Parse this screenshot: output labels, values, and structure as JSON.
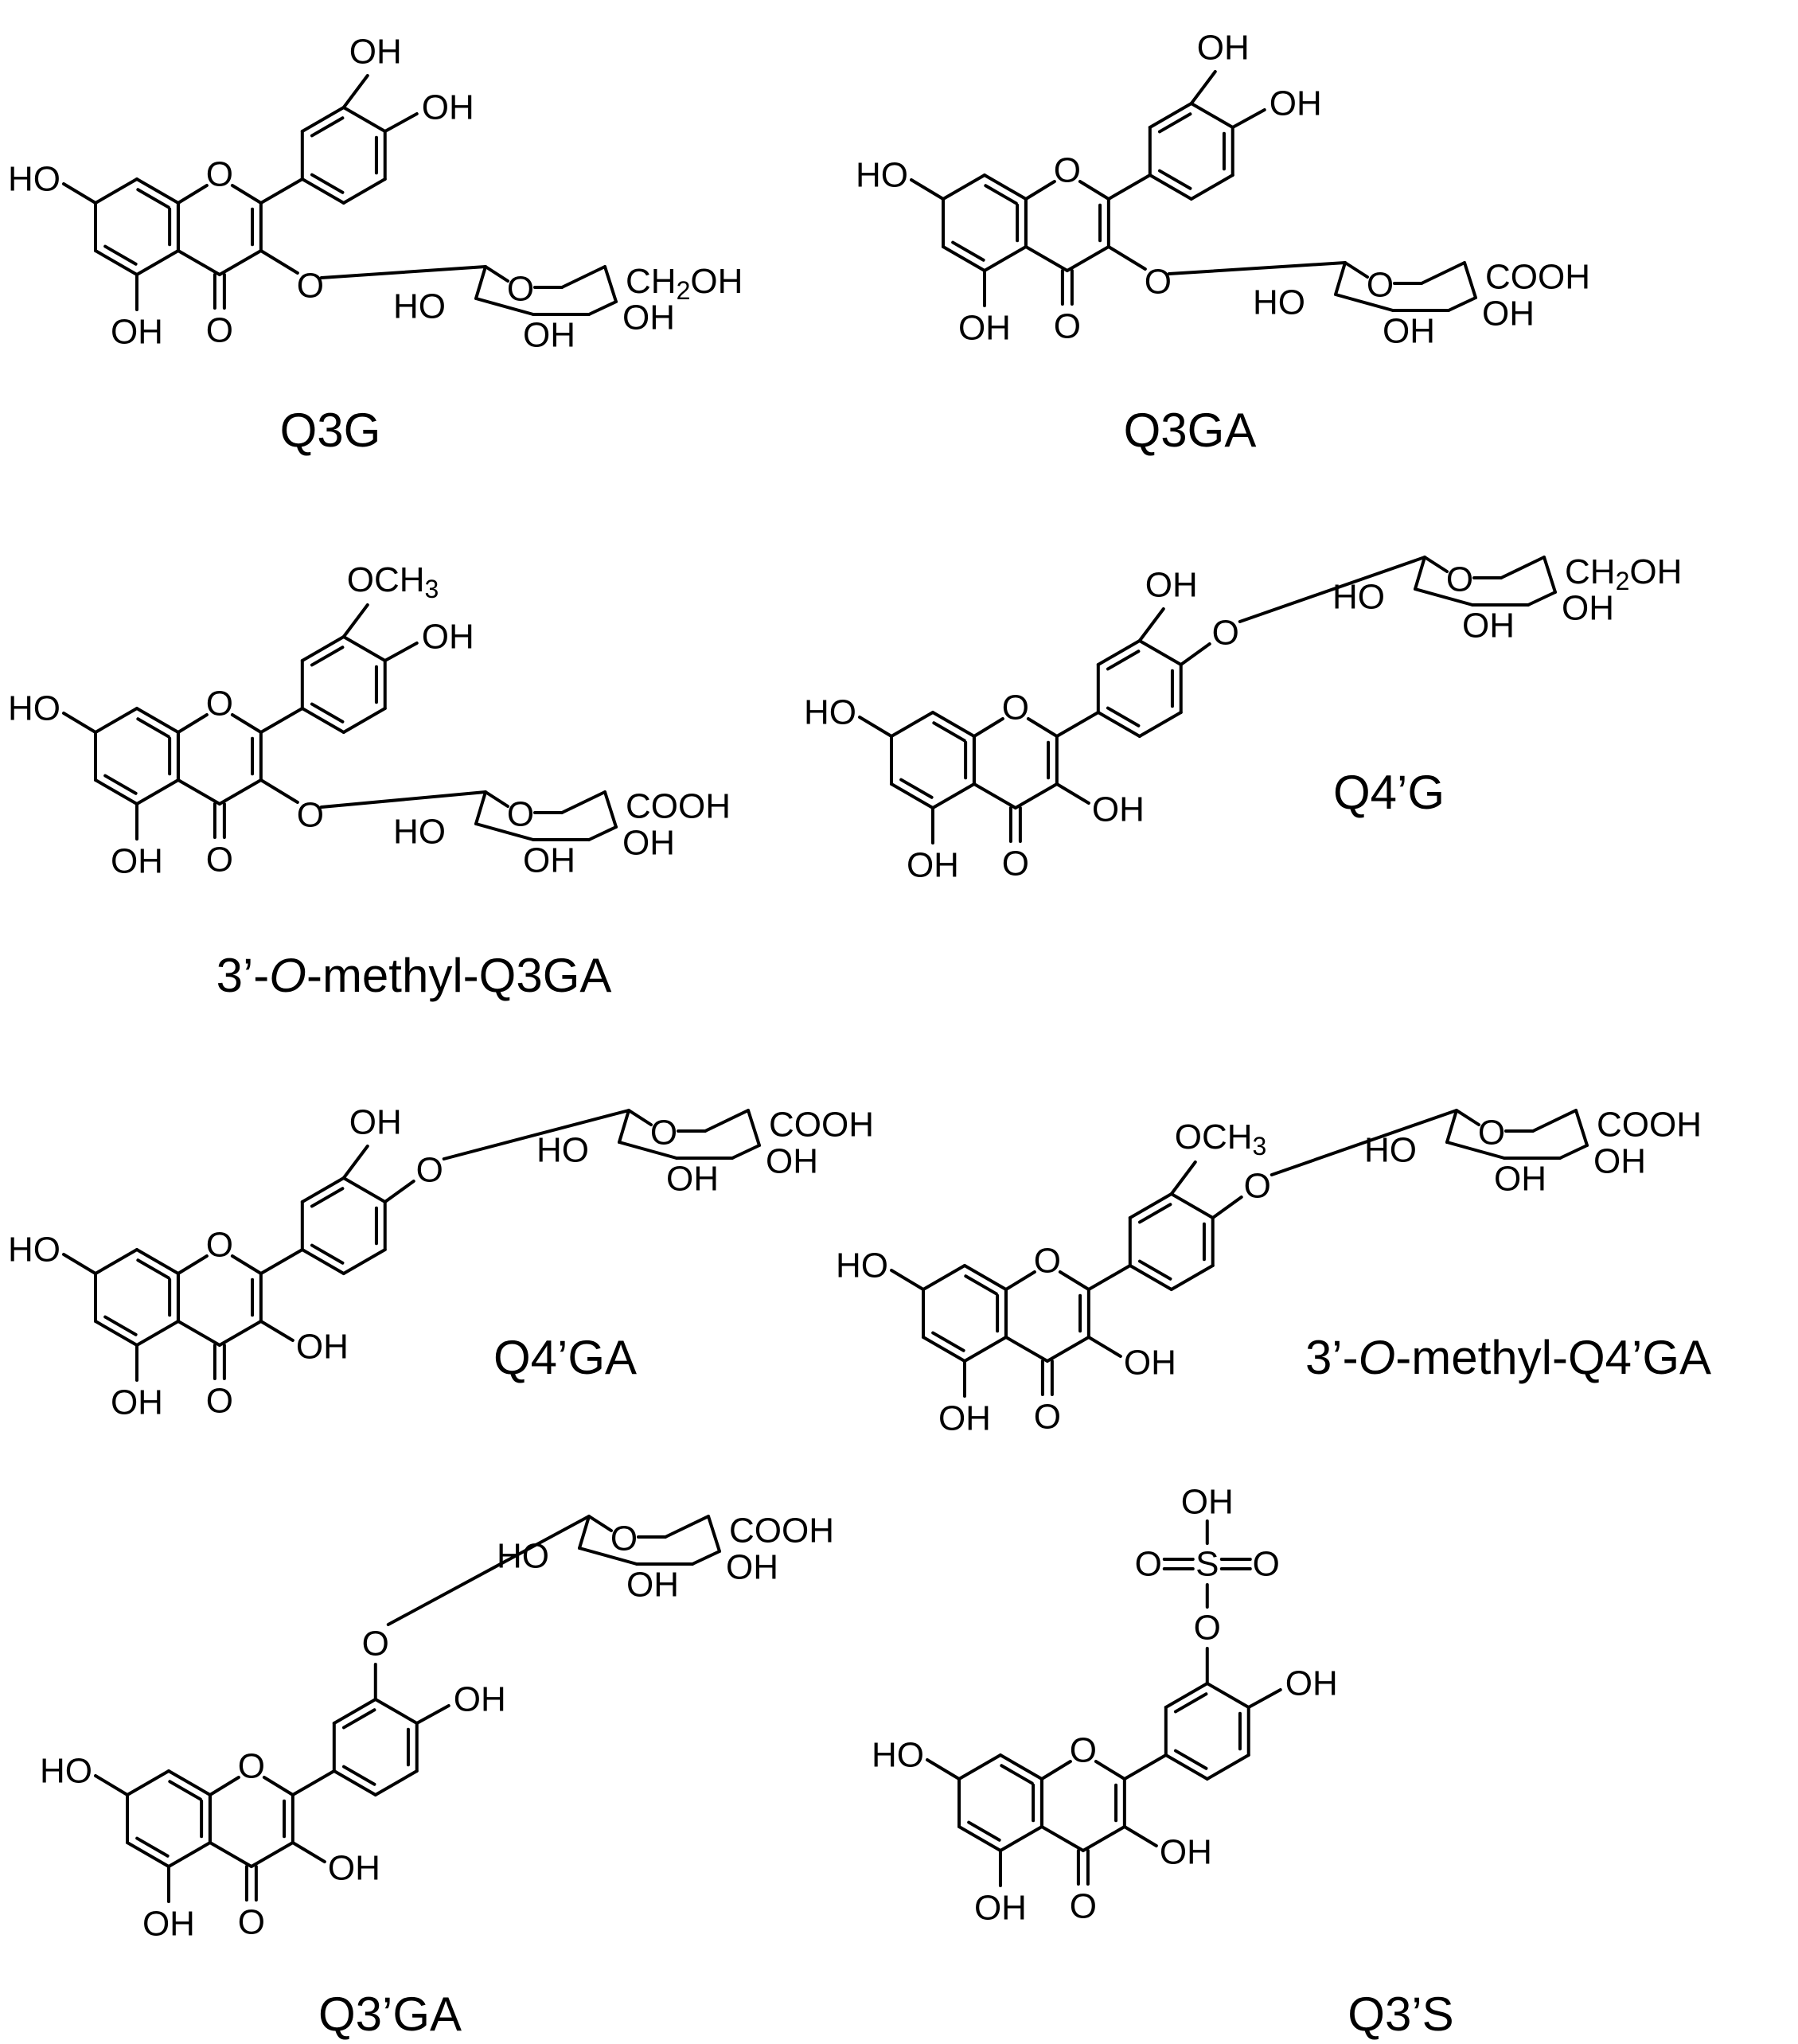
{
  "labels": {
    "HO": "HO",
    "OH": "OH",
    "O": "O",
    "S": "S",
    "COOH": "COOH",
    "CH2OH": [
      "CH",
      "2",
      "OH"
    ],
    "OCH3": [
      "OCH",
      "3"
    ]
  },
  "compounds": [
    {
      "name": "Q3G",
      "parts": [
        "Q3G"
      ]
    },
    {
      "name": "Q3GA",
      "parts": [
        "Q3GA"
      ]
    },
    {
      "name": "3'-O-methyl-Q3GA",
      "parts": [
        "3’-",
        "O",
        "-methyl-Q3GA"
      ]
    },
    {
      "name": "Q4'G",
      "parts": [
        "Q4’G"
      ]
    },
    {
      "name": "Q4'GA",
      "parts": [
        "Q4’GA"
      ]
    },
    {
      "name": "3'-O-methyl-Q4'GA",
      "parts": [
        "3’-",
        "O",
        "-methyl-Q4’GA"
      ]
    },
    {
      "name": "Q3'GA",
      "parts": [
        "Q3’GA"
      ]
    },
    {
      "name": "Q3'S",
      "parts": [
        "Q3’S"
      ]
    }
  ]
}
